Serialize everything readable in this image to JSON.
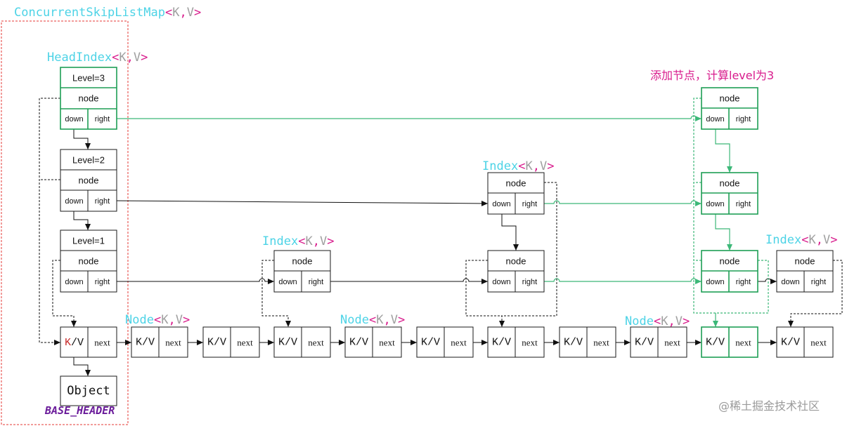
{
  "colors": {
    "label_cyan": "#4dd3e6",
    "generic_pink": "#d81b8c",
    "generic_grey": "#a0a0a0",
    "new_node_green": "#1e9e55",
    "pointer_green": "#3cb878",
    "highlight_red": "#c62828",
    "base_header_purple": "#6a1b9a",
    "outer_border_red": "#e53935"
  },
  "generic": {
    "lt": "<",
    "k": "K",
    "comma": ",",
    "v": "V",
    "gt": ">"
  },
  "title": "ConcurrentSkipListMap",
  "type_names": {
    "head_index": "HeadIndex",
    "index": "Index",
    "node": "Node"
  },
  "head_index": [
    {
      "level": "Level=3",
      "node": "node",
      "down": "down",
      "right": "right"
    },
    {
      "level": "Level=2",
      "node": "node",
      "down": "down",
      "right": "right"
    },
    {
      "level": "Level=1",
      "node": "node",
      "down": "down",
      "right": "right"
    }
  ],
  "index_nodes": [
    {
      "node": "node",
      "down": "down",
      "right": "right"
    },
    {
      "node": "node",
      "down": "down",
      "right": "right"
    },
    {
      "node": "node",
      "down": "down",
      "right": "right"
    },
    {
      "node": "node",
      "down": "down",
      "right": "right"
    }
  ],
  "new_index_nodes": [
    {
      "node": "node",
      "down": "down",
      "right": "right"
    },
    {
      "node": "node",
      "down": "down",
      "right": "right"
    },
    {
      "node": "node",
      "down": "down",
      "right": "right"
    }
  ],
  "base_node": {
    "key_k": "K",
    "key_rest": "/V",
    "next": "next"
  },
  "nodes": [
    {
      "key": "K/V",
      "next": "next"
    },
    {
      "key": "K/V",
      "next": "next"
    },
    {
      "key": "K/V",
      "next": "next"
    },
    {
      "key": "K/V",
      "next": "next"
    },
    {
      "key": "K/V",
      "next": "next"
    },
    {
      "key": "K/V",
      "next": "next"
    },
    {
      "key": "K/V",
      "next": "next"
    },
    {
      "key": "K/V",
      "next": "next"
    },
    {
      "key": "K/V",
      "next": "next"
    },
    {
      "key": "K/V",
      "next": "next"
    }
  ],
  "base_object": "Object",
  "base_header": "BASE_HEADER",
  "annotation": "添加节点，计算level为3",
  "watermark": "@稀土掘金技术社区"
}
